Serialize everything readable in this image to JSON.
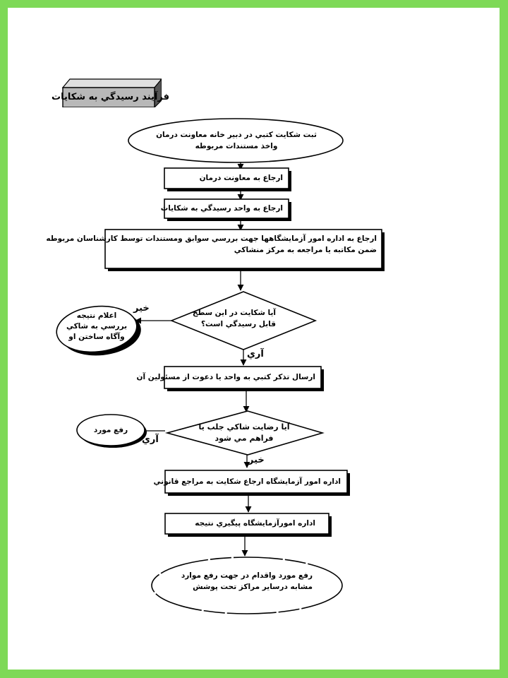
{
  "title": "فرآيند رسيدگي به شكايات",
  "nodes": {
    "start": [
      "ثبت شكايت كتبي در دبير خانه معاونت درمان",
      "واخذ مستندات مربوطه"
    ],
    "refer_treatment": "ارجاع به معاونت درمان",
    "refer_complaints_unit": "ارجاع به واحد رسيدگي به شكايات",
    "refer_lab_affairs": [
      "ارجاع به اداره امور آزمايشگاهها جهت بررسي سوابق ومستندات توسط كارشناسان مربوطه",
      "ضمن مكاتبه يا مراجعه به مركز منشاكي"
    ],
    "decision_actionable": [
      "آيا شكايت در اين سطح",
      "قابل رسيدگي است؟"
    ],
    "notify_result": [
      "اعلام نتيجه",
      "بررسي به شاكي",
      "وآگاه ساختن او"
    ],
    "send_warning": "ارسال تذكر كتبي به واحد يا دعوت از مسئولين آن",
    "decision_satisfaction": [
      "آيا رضايت شاكي جلب يا",
      "فراهم مي شود"
    ],
    "resolve": "رفع مورد",
    "legal_referral": "اداره امور آزمايشگاه ارجاع شكايت به مراجع قانوني",
    "follow_up": "اداره امورآزمايشگاه پيگيري نتيجه",
    "end": [
      "رفع مورد واقدام در جهت  رفع موارد",
      "مشابه درساير مراكز تحت پوشش"
    ]
  },
  "edge_labels": {
    "decision1_no": "خير",
    "decision1_yes": "آري",
    "decision2_yes": "آري",
    "decision2_no": "خير"
  },
  "colors": {
    "border": "#7ed957",
    "title_bg": "#b8b8b8"
  }
}
